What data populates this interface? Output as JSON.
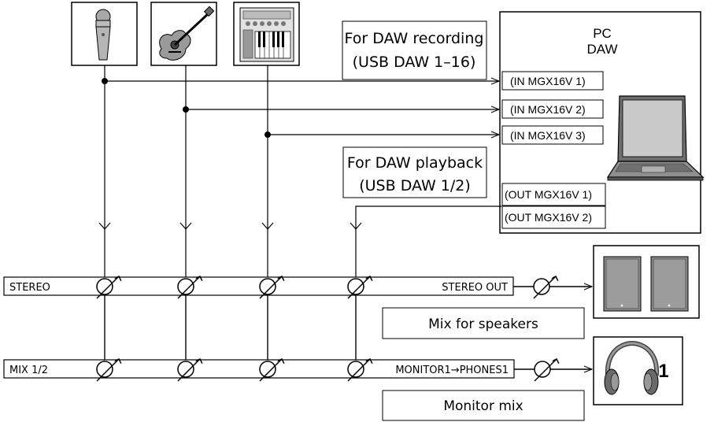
{
  "sources": [
    {
      "name": "Microphone",
      "icon": "microphone-icon"
    },
    {
      "name": "Acoustic guitar",
      "icon": "guitar-icon"
    },
    {
      "name": "Synthesizer",
      "icon": "keyboard-icon"
    }
  ],
  "daw_recording_label": {
    "line1": "For DAW recording",
    "line2": "(USB DAW 1–16)"
  },
  "daw_playback_label": {
    "line1": "For DAW playback",
    "line2": "(USB DAW 1/2)"
  },
  "pc": {
    "title_line1": "PC",
    "title_line2": "DAW",
    "inputs": [
      "(IN MGX16V 1)",
      "(IN MGX16V 2)",
      "(IN MGX16V 3)"
    ],
    "outputs": [
      "(OUT MGX16V 1)",
      "(OUT MGX16V 2)"
    ],
    "icon": "laptop-icon"
  },
  "buses": {
    "stereo": {
      "name": "STEREO",
      "out_label": "STEREO OUT"
    },
    "mix": {
      "name": "MIX 1/2",
      "out_label": "MONITOR1→PHONES1"
    }
  },
  "outputs": {
    "speakers": {
      "icon": "speaker-icon",
      "caption": "Mix for speakers"
    },
    "headphones": {
      "icon": "headphones-icon",
      "number": "1",
      "caption": "Monitor mix"
    }
  },
  "colors": {
    "line": "#000000",
    "icon_gray": "#8c8c8c",
    "background": "#ffffff"
  }
}
